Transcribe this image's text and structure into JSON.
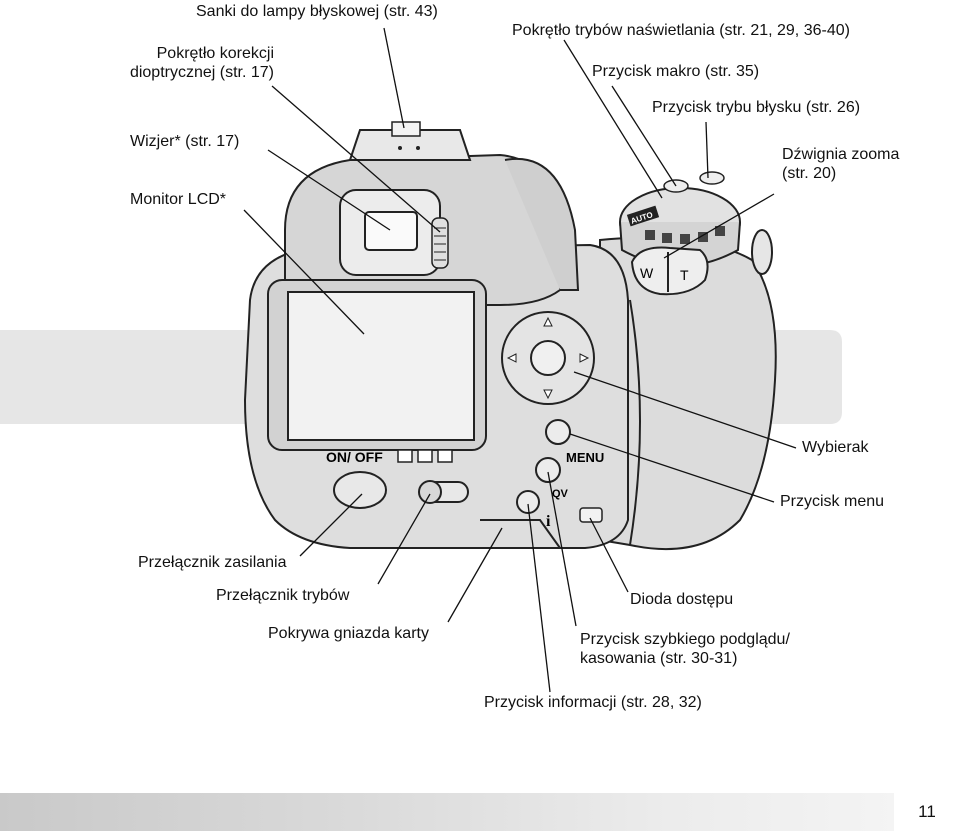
{
  "labels": {
    "flash_shoe": "Sanki do lampy błyskowej (str. 43)",
    "diopter_1": "Pokrętło korekcji",
    "diopter_2": "dioptrycznej (str. 17)",
    "viewfinder": "Wizjer* (str. 17)",
    "lcd": "Monitor LCD*",
    "mode_dial": "Pokrętło trybów naświetlania (str. 21, 29, 36-40)",
    "macro": "Przycisk makro (str. 35)",
    "flash_mode": "Przycisk trybu błysku (str. 26)",
    "zoom_1": "Dźwignia zooma",
    "zoom_2": "(str. 20)",
    "controller": "Wybierak",
    "menu_btn": "Przycisk menu",
    "power": "Przełącznik zasilania",
    "mode_switch": "Przełącznik trybów",
    "card_cover": "Pokrywa gniazda karty",
    "access_lamp": "Dioda dostępu",
    "qv_1": "Przycisk szybkiego podglądu/",
    "qv_2": "kasowania (str. 30-31)",
    "info": "Przycisk informacji (str. 28, 32)"
  },
  "camera": {
    "on_off": "ON/ OFF",
    "menu": "MENU",
    "qv": "QV",
    "w": "W",
    "t": "T",
    "auto": "AUTO",
    "info_glyph": "i"
  },
  "page_number": "11"
}
